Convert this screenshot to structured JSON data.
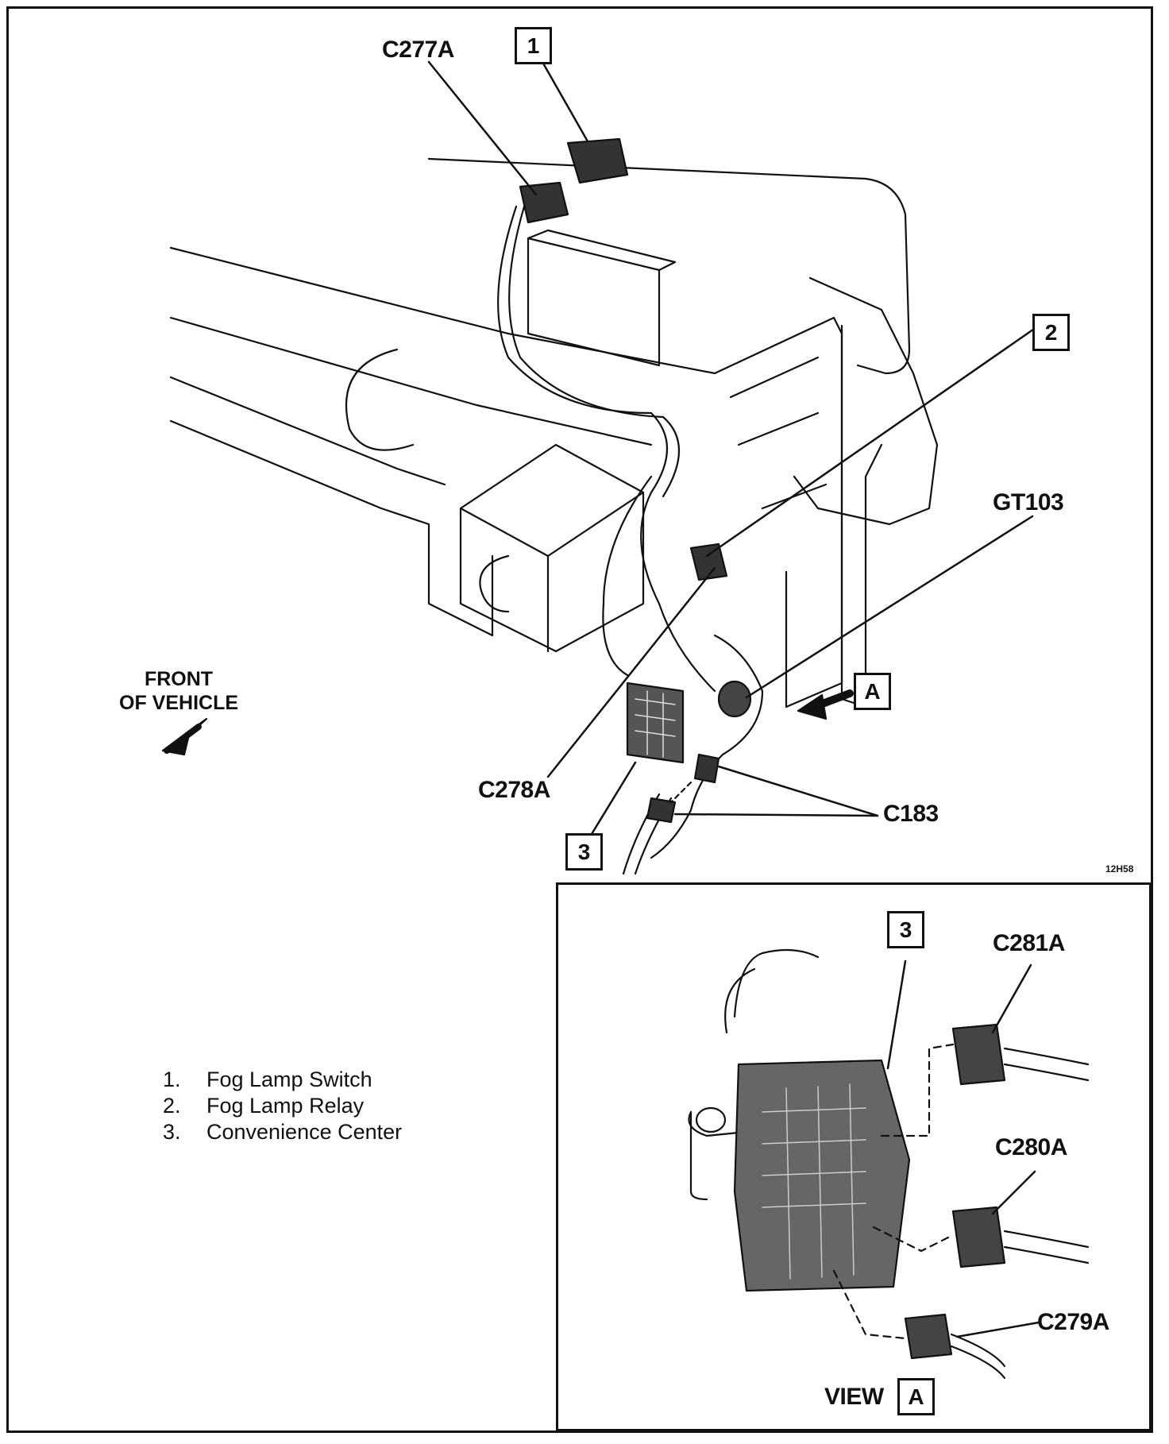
{
  "callouts": {
    "c277a": "C277A",
    "gt103": "GT103",
    "c278a": "C278A",
    "c183": "C183",
    "c281a": "C281A",
    "c280a": "C280A",
    "c279a": "C279A",
    "box1": "1",
    "box2": "2",
    "box3_main": "3",
    "box_a": "A",
    "box3_inset": "3",
    "view_a_box": "A"
  },
  "front_of_vehicle": {
    "line1": "FRONT",
    "line2": "OF VEHICLE"
  },
  "figure_code": "12H58",
  "view_label": "VIEW",
  "legend": [
    {
      "num": "1.",
      "text": "Fog Lamp Switch"
    },
    {
      "num": "2.",
      "text": "Fog Lamp Relay"
    },
    {
      "num": "3.",
      "text": "Convenience Center"
    }
  ]
}
